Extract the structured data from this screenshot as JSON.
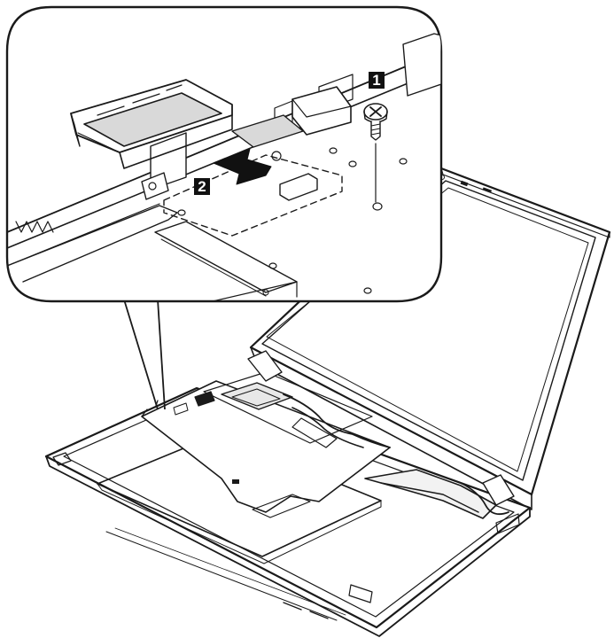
{
  "diagram": {
    "callouts": [
      {
        "number": "1",
        "refers_to": "screw"
      },
      {
        "number": "2",
        "refers_to": "slide-direction-arrow"
      }
    ],
    "colors": {
      "outline": "#1a1a1a",
      "panel_fill": "#ffffff",
      "component_fill": "#d9d9d9",
      "callout_fill": "#111111",
      "callout_text": "#ffffff"
    }
  }
}
